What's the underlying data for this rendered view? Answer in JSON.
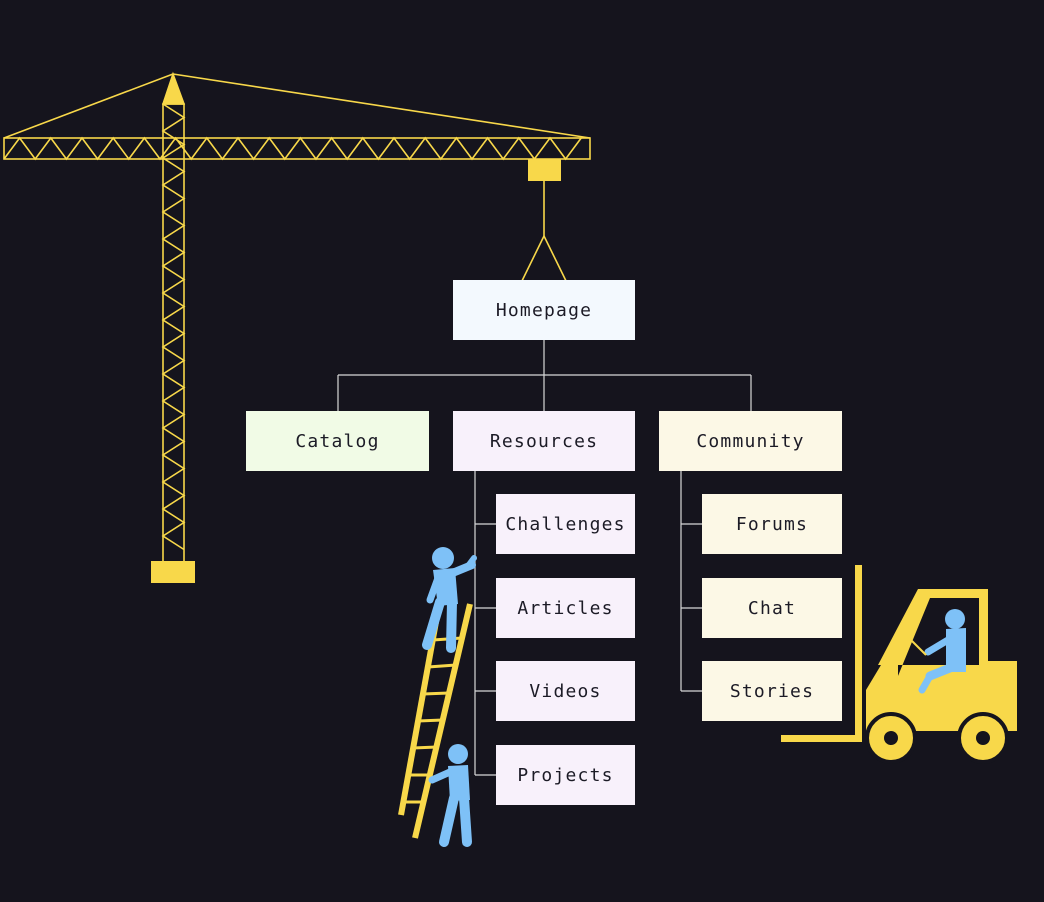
{
  "colors": {
    "background": "#15141d",
    "accent_yellow": "#f8d84a",
    "figure_blue": "#7ec1f7",
    "connector": "#d8d8d8",
    "home_fill": "#f3f9fe",
    "catalog_fill": "#f1fbe6",
    "resources_fill": "#f8f1fb",
    "community_fill": "#fcf8e6"
  },
  "illustrations": {
    "crane": "tower-crane-icon",
    "ladder": "ladder-icon",
    "workers": "climbing-worker-icon",
    "forklift": "forklift-icon"
  },
  "sitemap": {
    "root": {
      "label": "Homepage"
    },
    "sections": [
      {
        "label": "Catalog",
        "children": []
      },
      {
        "label": "Resources",
        "children": [
          {
            "label": "Challenges"
          },
          {
            "label": "Articles"
          },
          {
            "label": "Videos"
          },
          {
            "label": "Projects"
          }
        ]
      },
      {
        "label": "Community",
        "children": [
          {
            "label": "Forums"
          },
          {
            "label": "Chat"
          },
          {
            "label": "Stories"
          }
        ]
      }
    ]
  }
}
